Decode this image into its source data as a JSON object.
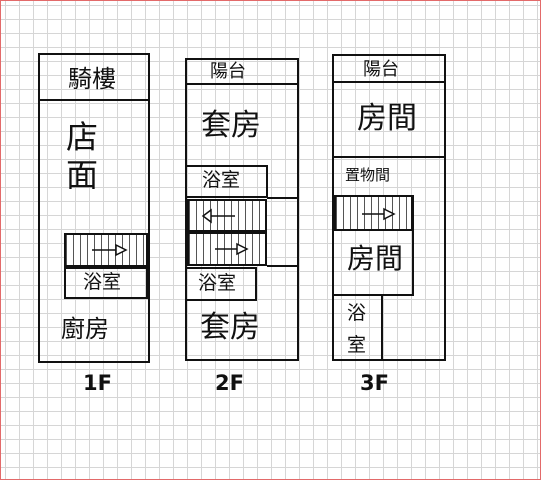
{
  "floors": {
    "f1": {
      "label": "1F",
      "rooms": {
        "arcade": "騎樓",
        "shop_1": "店",
        "shop_2": "面",
        "bath": "浴室",
        "kitchen": "廚房"
      }
    },
    "f2": {
      "label": "2F",
      "rooms": {
        "balcony": "陽台",
        "suite_top": "套房",
        "bath_top": "浴室",
        "bath_bottom": "浴室",
        "suite_bottom": "套房"
      }
    },
    "f3": {
      "label": "3F",
      "rooms": {
        "balcony": "陽台",
        "room_top": "房間",
        "storage": "置物間",
        "room_bottom": "房間",
        "bath_1": "浴",
        "bath_2": "室"
      }
    }
  },
  "colors": {
    "grid": "#d6d6d6",
    "lines": "#111111",
    "frame": "#e36a6a"
  }
}
